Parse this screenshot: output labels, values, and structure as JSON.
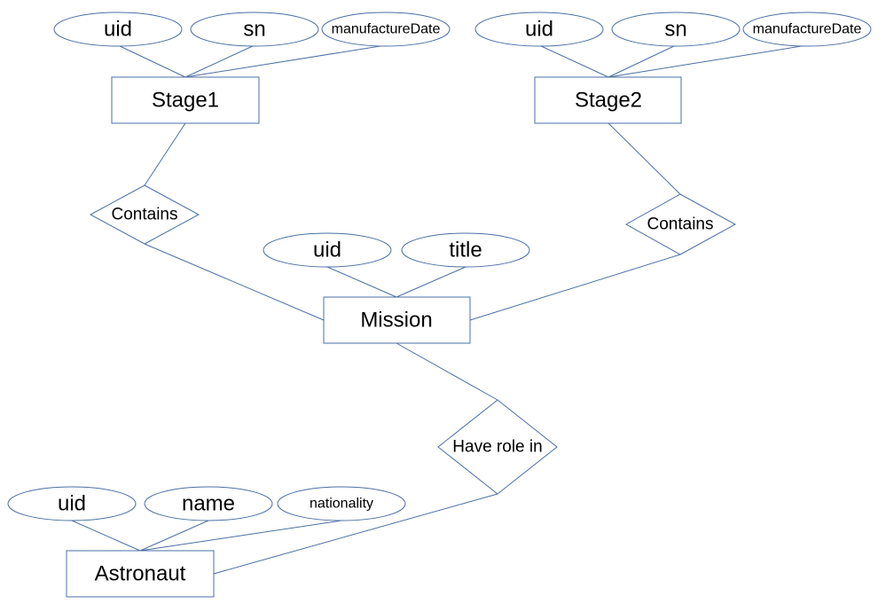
{
  "colors": {
    "stroke": "#4a6fa5",
    "fill": "#ffffff",
    "text": "#000000"
  },
  "entities": {
    "stage1": {
      "label": "Stage1",
      "attributes": [
        "uid",
        "sn",
        "manufactureDate"
      ]
    },
    "stage2": {
      "label": "Stage2",
      "attributes": [
        "uid",
        "sn",
        "manufactureDate"
      ]
    },
    "mission": {
      "label": "Mission",
      "attributes": [
        "uid",
        "title"
      ]
    },
    "astronaut": {
      "label": "Astronaut",
      "attributes": [
        "uid",
        "name",
        "nationality"
      ]
    }
  },
  "relationships": {
    "contains_stage1": {
      "label": "Contains"
    },
    "contains_stage2": {
      "label": "Contains"
    },
    "have_role_in": {
      "label": "Have role in"
    }
  }
}
